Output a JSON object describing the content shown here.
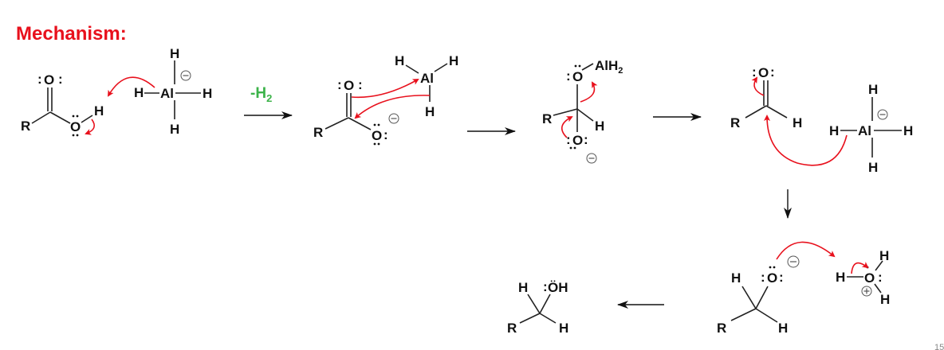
{
  "slide": {
    "title": "Mechanism:",
    "page_number": "15",
    "colors": {
      "title": "#e8101c",
      "curved_arrow": "#e8101c",
      "condition": "#3cb34a",
      "text": "#111111"
    }
  },
  "steps": [
    {
      "id": "step1",
      "species": [
        {
          "name": "carboxylic-acid",
          "atoms": [
            "R",
            "O",
            "O",
            "H"
          ],
          "lone_pairs": ":O: and Ö:"
        },
        {
          "name": "aluminum-hydride",
          "atoms": [
            "H",
            "Al",
            "H",
            "H",
            "H"
          ],
          "charge": "⊖"
        }
      ],
      "condition": "-H",
      "condition_sub": "2"
    },
    {
      "id": "step2",
      "species": [
        {
          "name": "carboxylate-alh3-complex",
          "atoms": [
            "R",
            "O",
            "O",
            "H",
            "Al",
            "H",
            "H"
          ],
          "charge": "⊖"
        }
      ]
    },
    {
      "id": "step3",
      "species": [
        {
          "name": "tetrahedral-intermediate",
          "atoms": [
            "R",
            "O",
            "AlH",
            "2",
            "H",
            "O"
          ],
          "charge": "⊖"
        }
      ]
    },
    {
      "id": "step4",
      "species": [
        {
          "name": "aldehyde",
          "atoms": [
            "R",
            "O",
            "H"
          ]
        },
        {
          "name": "aluminum-hydride-2",
          "atoms": [
            "H",
            "Al",
            "H",
            "H",
            "H"
          ],
          "charge": "⊖"
        }
      ]
    },
    {
      "id": "step5",
      "species": [
        {
          "name": "alkoxide",
          "atoms": [
            "H",
            "O",
            "R",
            "H"
          ],
          "charge": "⊖"
        },
        {
          "name": "hydronium",
          "atoms": [
            "H",
            "O",
            "H",
            "H"
          ],
          "charge": "⊕"
        }
      ]
    },
    {
      "id": "step6",
      "species": [
        {
          "name": "primary-alcohol",
          "atoms": [
            "H",
            "ÖH",
            "R",
            "H"
          ]
        }
      ]
    }
  ],
  "labels": {
    "R": "R",
    "H": "H",
    "O": "O",
    "Al": "Al",
    "AlH": "AlH",
    "two": "2",
    "OH": "ÖH",
    "lp_colon": ":",
    "minus": "−",
    "plus": "+"
  }
}
